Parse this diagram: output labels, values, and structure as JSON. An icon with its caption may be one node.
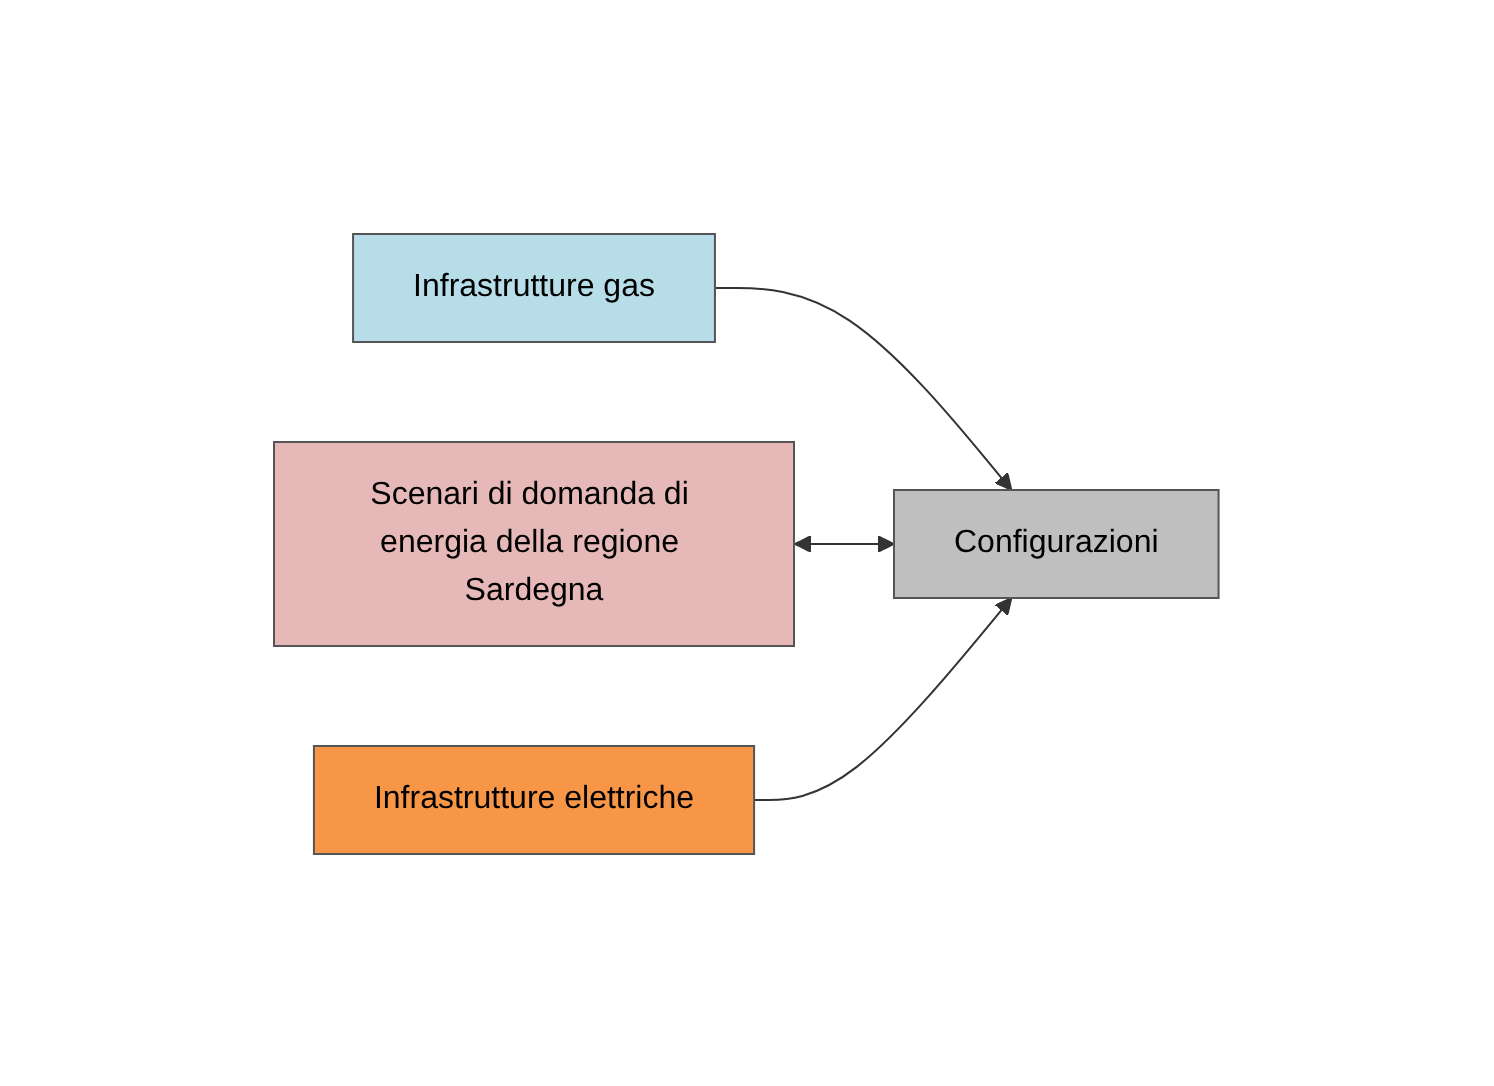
{
  "diagram": {
    "nodes": [
      {
        "text": [
          "Infrastrutture gas"
        ]
      },
      {
        "text": [
          "Scenari di domanda di energia della regione Sardegna"
        ]
      },
      {
        "text": [
          "Configurazioni"
        ]
      },
      {
        "text": [
          "Infrastrutture elettriche"
        ]
      }
    ],
    "edges": [
      {
        "from": 0,
        "to": 2,
        "arrow": "to"
      },
      {
        "from": 1,
        "to": 2,
        "arrow": "both"
      },
      {
        "from": 3,
        "to": 2,
        "arrow": "to"
      }
    ]
  }
}
